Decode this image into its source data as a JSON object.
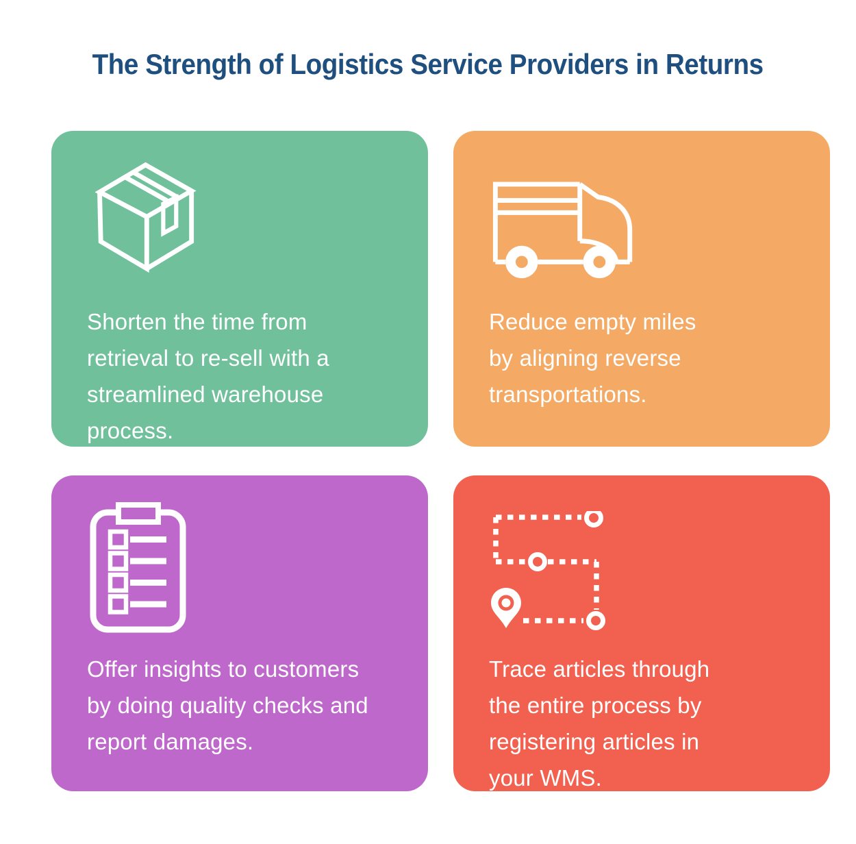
{
  "title": {
    "text": "The Strength of Logistics Service Providers in Returns",
    "color": "#1F4F7E"
  },
  "cards": [
    {
      "name": "warehouse-process",
      "color": "#6FC09B",
      "icon": "package-box-icon",
      "lines": [
        "Shorten the time from",
        "retrieval to re-sell with a",
        "streamlined warehouse",
        "process."
      ]
    },
    {
      "name": "reverse-transportation",
      "color": "#F4AA64",
      "icon": "delivery-truck-icon",
      "lines": [
        "Reduce empty miles",
        "by aligning reverse",
        "transportations."
      ]
    },
    {
      "name": "quality-checks",
      "color": "#BD68CA",
      "icon": "clipboard-checklist-icon",
      "lines": [
        "Offer insights to customers",
        "by doing quality checks and",
        "report damages."
      ]
    },
    {
      "name": "article-tracing",
      "color": "#F2604F",
      "icon": "route-tracking-icon",
      "lines": [
        "Trace articles through",
        "the entire process by",
        "registering articles in",
        "your WMS."
      ]
    }
  ]
}
